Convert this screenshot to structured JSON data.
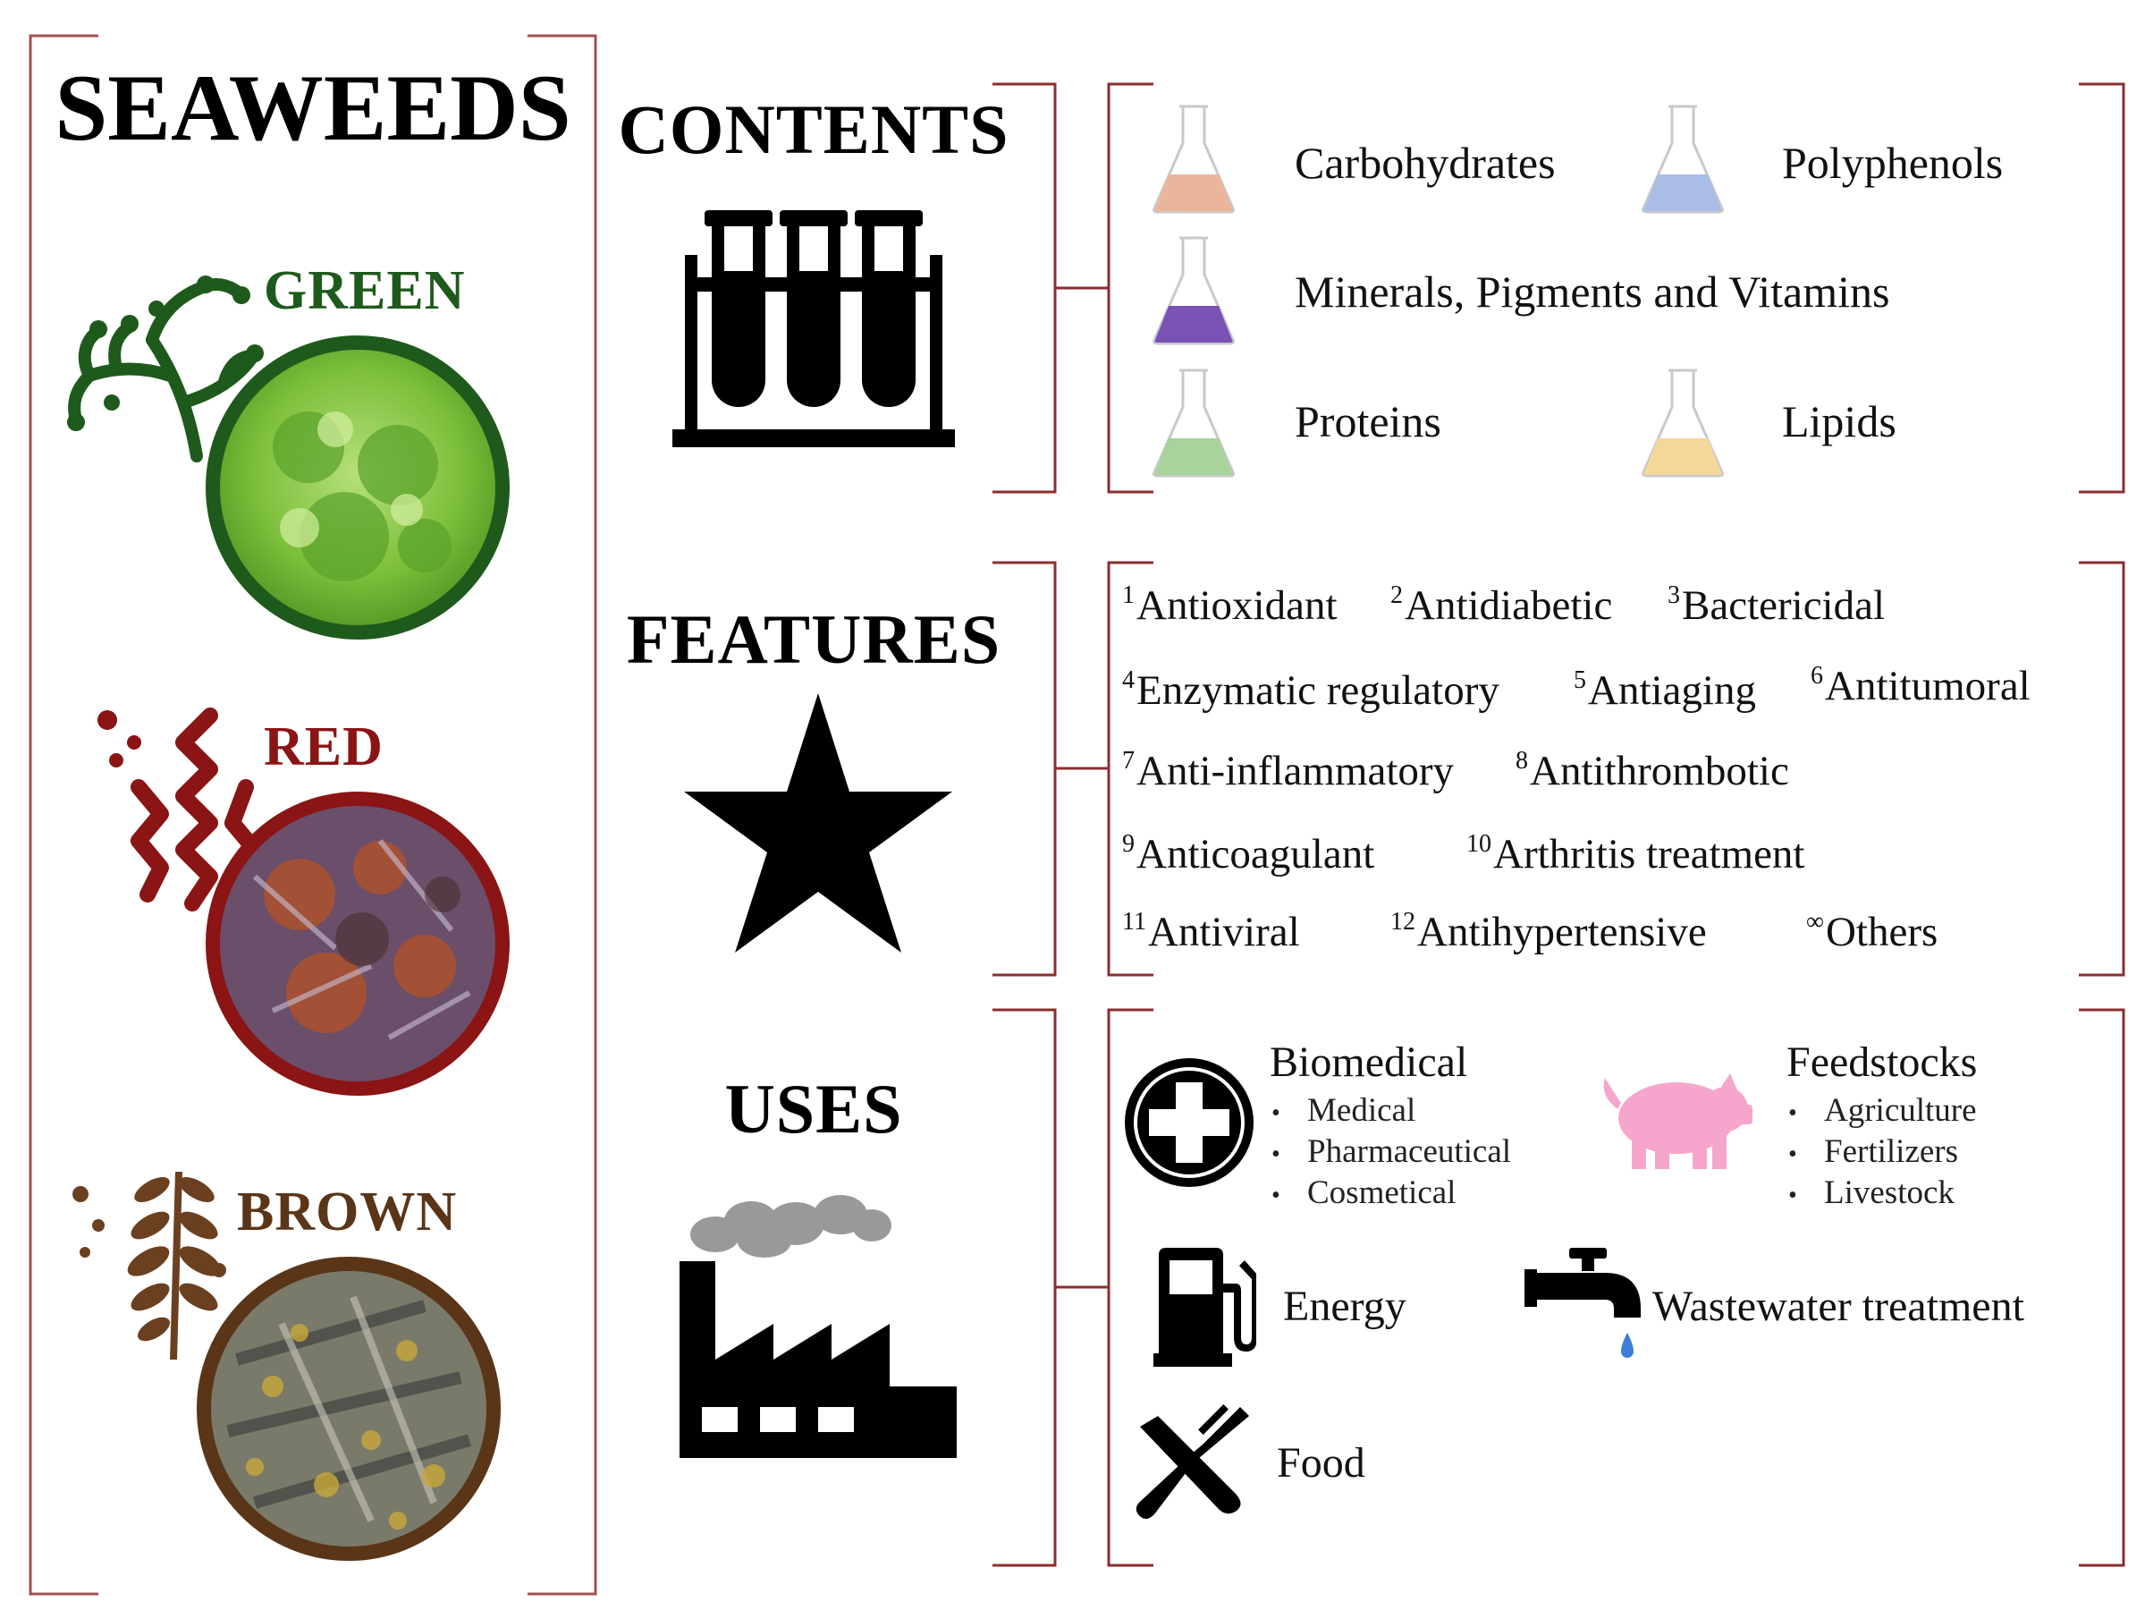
{
  "title": "SEAWEEDS",
  "types": [
    {
      "name": "GREEN",
      "color": "#1e5a1c"
    },
    {
      "name": "RED",
      "color": "#8b1414"
    },
    {
      "name": "BROWN",
      "color": "#5a3518"
    }
  ],
  "sections": {
    "contents": {
      "title": "CONTENTS",
      "items": [
        {
          "label": "Carbohydrates",
          "color": "#eab59a"
        },
        {
          "label": "Polyphenols",
          "color": "#a9bde6"
        },
        {
          "label": "Minerals, Pigments and Vitamins",
          "color": "#7a52b5"
        },
        {
          "label": "Proteins",
          "color": "#a8d39a"
        },
        {
          "label": "Lipids",
          "color": "#f3d79b"
        }
      ]
    },
    "features": {
      "title": "FEATURES",
      "items": [
        {
          "num": "1",
          "label": "Antioxidant"
        },
        {
          "num": "2",
          "label": "Antidiabetic"
        },
        {
          "num": "3",
          "label": "Bactericidal"
        },
        {
          "num": "4",
          "label": "Enzymatic regulatory"
        },
        {
          "num": "5",
          "label": "Antiaging"
        },
        {
          "num": "6",
          "label": "Antitumoral"
        },
        {
          "num": "7",
          "label": "Anti-inflammatory"
        },
        {
          "num": "8",
          "label": "Antithrombotic"
        },
        {
          "num": "9",
          "label": "Anticoagulant"
        },
        {
          "num": "10",
          "label": "Arthritis treatment"
        },
        {
          "num": "11",
          "label": "Antiviral"
        },
        {
          "num": "12",
          "label": "Antihypertensive"
        },
        {
          "num": "∞",
          "label": "Others"
        }
      ]
    },
    "uses": {
      "title": "USES",
      "biomedical": {
        "title": "Biomedical",
        "items": [
          "Medical",
          "Pharmaceutical",
          "Cosmetical"
        ]
      },
      "feedstocks": {
        "title": "Feedstocks",
        "items": [
          "Agriculture",
          "Fertilizers",
          "Livestock"
        ]
      },
      "energy": "Energy",
      "wastewater": "Wastewater treatment",
      "food": "Food"
    }
  },
  "colors": {
    "bracket": "#8b2e2e",
    "panel_border": "#a05050",
    "pig": "#f6a6cc",
    "water_drop": "#3a7fd5"
  }
}
